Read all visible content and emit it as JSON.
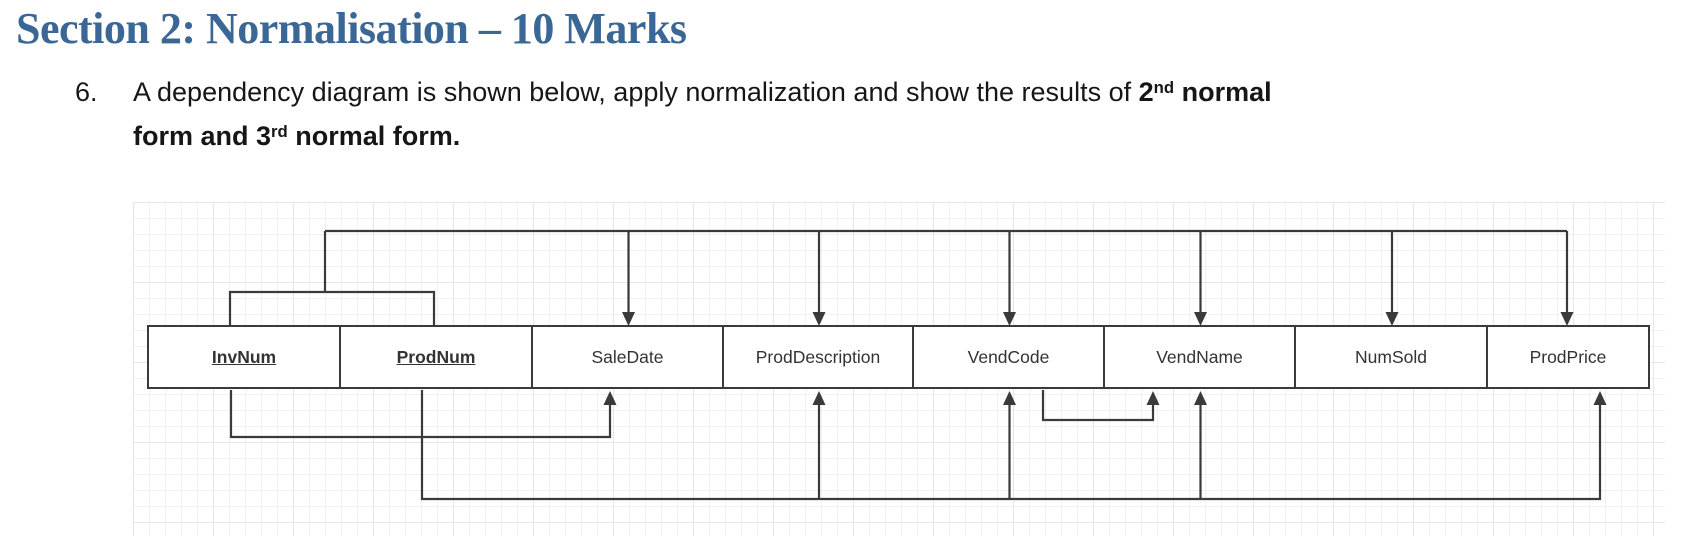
{
  "heading": "Section 2: Normalisation – 10 Marks",
  "question": {
    "number": "6.",
    "line1_parts": [
      {
        "t": "A dependency diagram is shown below, apply normalization and show the results of "
      },
      {
        "t": "2",
        "b": true
      },
      {
        "t": "nd",
        "b": true,
        "s": true
      },
      {
        "t": " normal",
        "b": true
      }
    ],
    "line2_parts": [
      {
        "t": "form and 3",
        "b": true
      },
      {
        "t": "rd",
        "b": true,
        "s": true
      },
      {
        "t": " normal form.",
        "b": true
      }
    ]
  },
  "diagram": {
    "fields": [
      {
        "label": "InvNum",
        "key": true
      },
      {
        "label": "ProdNum",
        "key": true
      },
      {
        "label": "SaleDate",
        "key": false
      },
      {
        "label": "ProdDescription",
        "key": false
      },
      {
        "label": "VendCode",
        "key": false
      },
      {
        "label": "VendName",
        "key": false
      },
      {
        "label": "NumSold",
        "key": false
      },
      {
        "label": "ProdPrice",
        "key": false
      }
    ],
    "dependencies": {
      "composite_key": {
        "determinant": [
          "InvNum",
          "ProdNum"
        ],
        "dependents": [
          "SaleDate",
          "ProdDescription",
          "VendCode",
          "VendName",
          "NumSold",
          "ProdPrice"
        ]
      },
      "partial_invnum": {
        "determinant": [
          "InvNum"
        ],
        "dependents": [
          "SaleDate"
        ]
      },
      "partial_prodnum": {
        "determinant": [
          "ProdNum"
        ],
        "dependents": [
          "ProdDescription",
          "VendCode",
          "VendName",
          "ProdPrice"
        ]
      },
      "transitive_vendcode": {
        "determinant": [
          "VendCode"
        ],
        "dependents": [
          "VendName"
        ]
      }
    }
  },
  "colors": {
    "heading_blue": "#3A6795",
    "diagram_line": "#3a3a3a",
    "body_text": "#161616",
    "grid_minor": "#f0f1f4",
    "grid_major": "#e3e6ea"
  }
}
